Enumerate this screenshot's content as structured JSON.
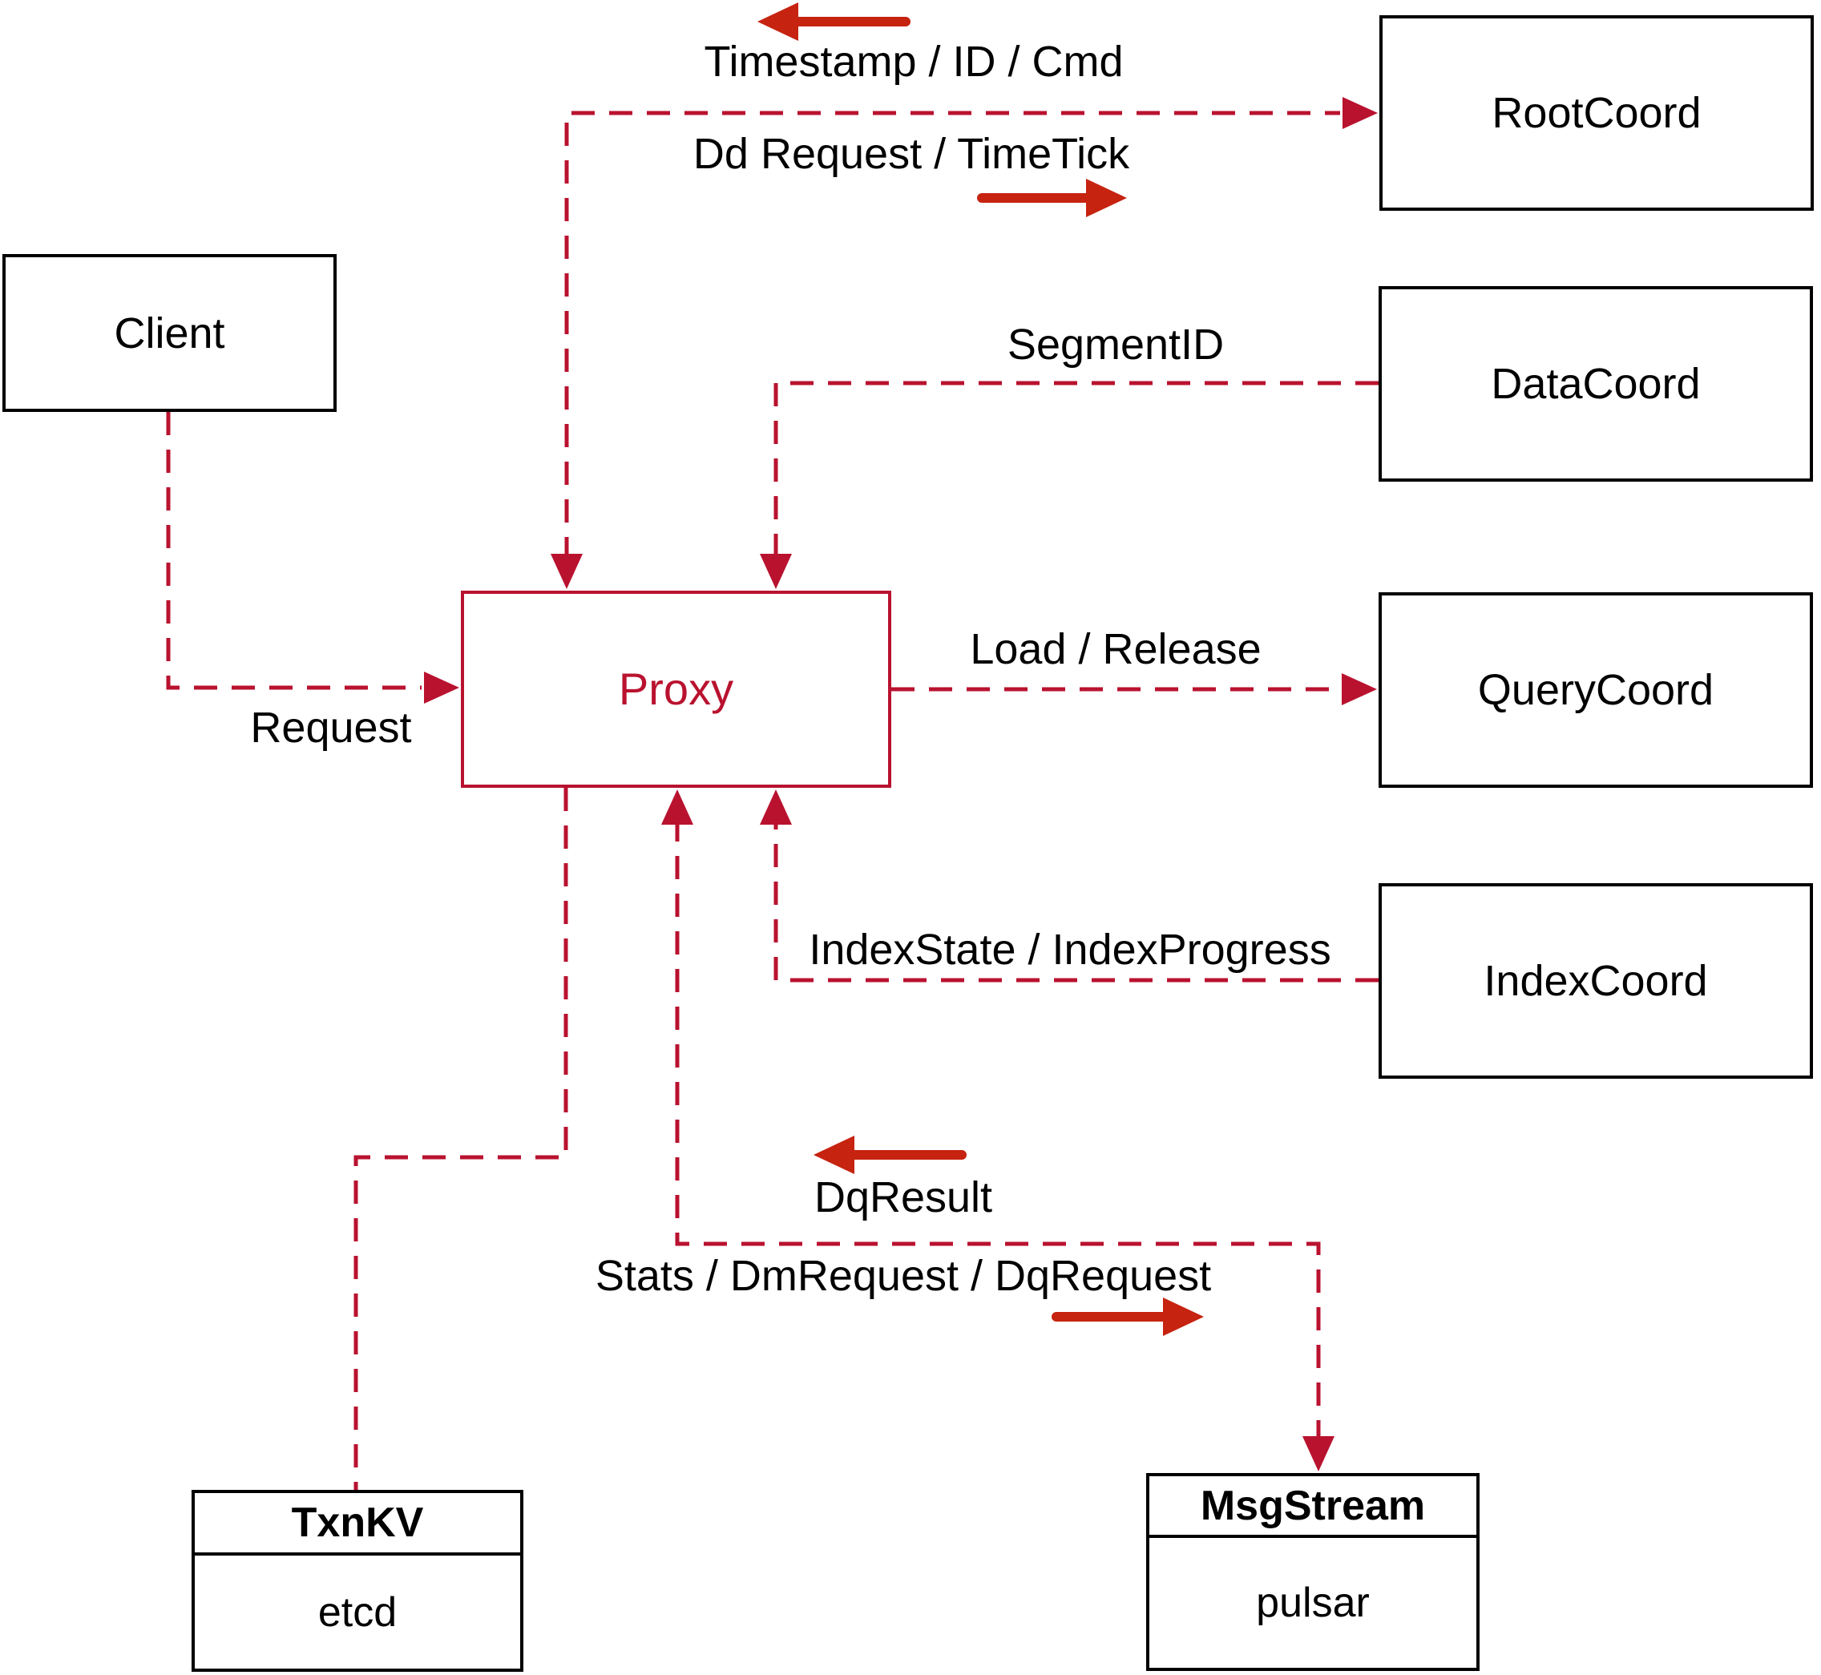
{
  "diagram": {
    "colors": {
      "connector_red": "#b9122f",
      "flow_arrow_red": "#c62310",
      "node_border_black": "#000000",
      "background": "#ffffff"
    },
    "nodes": {
      "client": {
        "label": "Client"
      },
      "proxy": {
        "label": "Proxy"
      },
      "root_coord": {
        "label": "RootCoord"
      },
      "data_coord": {
        "label": "DataCoord"
      },
      "query_coord": {
        "label": "QueryCoord"
      },
      "index_coord": {
        "label": "IndexCoord"
      },
      "txn_kv": {
        "title": "TxnKV",
        "implementation": "etcd"
      },
      "msg_stream": {
        "title": "MsgStream",
        "implementation": "pulsar"
      }
    },
    "edge_labels": {
      "timestamp": "Timestamp / ID / Cmd",
      "dd_request": "Dd Request / TimeTick",
      "segment_id": "SegmentID",
      "load_release": "Load / Release",
      "index_state": "IndexState / IndexProgress",
      "request": "Request",
      "dq_result": "DqResult",
      "stats": "Stats / DmRequest / DqRequest"
    },
    "edges": [
      {
        "from": "Proxy",
        "to": "RootCoord",
        "forward_label": "Dd Request / TimeTick",
        "reverse_label": "Timestamp / ID / Cmd"
      },
      {
        "from": "DataCoord",
        "to": "Proxy",
        "label": "SegmentID"
      },
      {
        "from": "Proxy",
        "to": "QueryCoord",
        "label": "Load / Release"
      },
      {
        "from": "IndexCoord",
        "to": "Proxy",
        "label": "IndexState / IndexProgress"
      },
      {
        "from": "Client",
        "to": "Proxy",
        "label": "Request"
      },
      {
        "from": "Proxy",
        "to": "MsgStream",
        "forward_label": "Stats / DmRequest / DqRequest",
        "reverse_label": "DqResult"
      },
      {
        "from": "Proxy",
        "to": "TxnKV",
        "label": null
      }
    ]
  }
}
